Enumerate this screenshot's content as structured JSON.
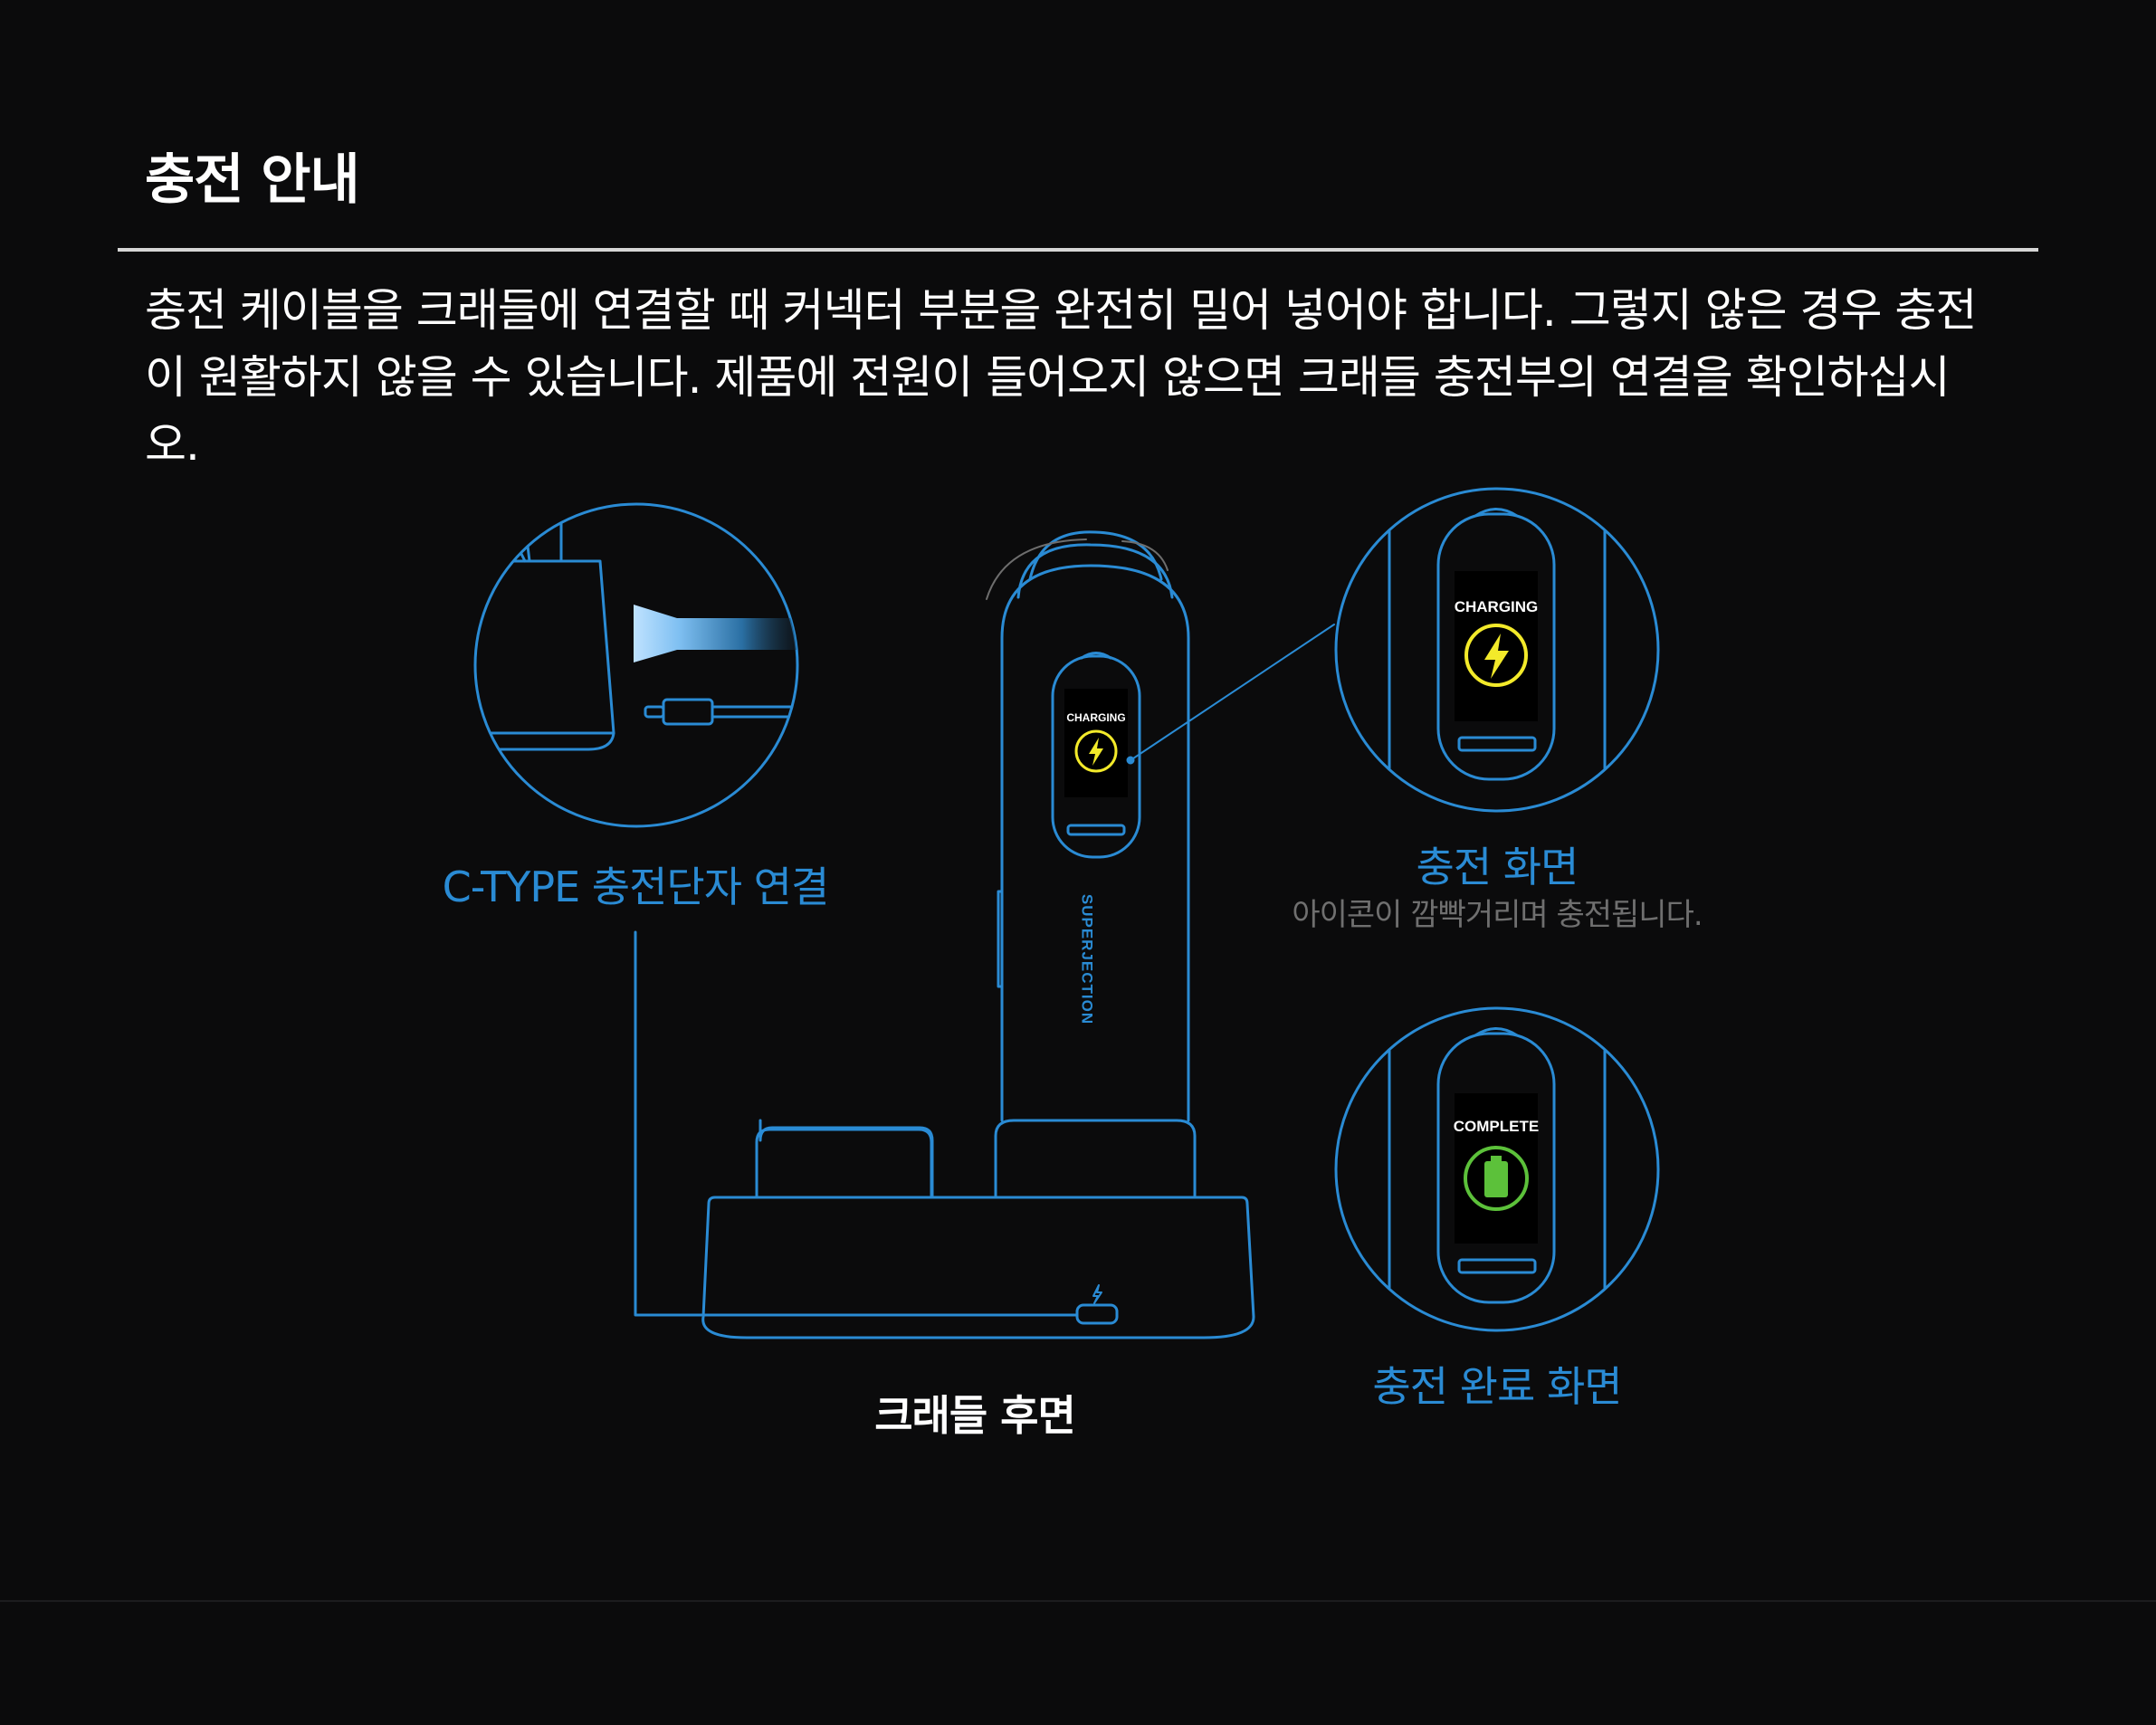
{
  "page": {
    "title": "충전 안내",
    "intro": "충전 케이블을 크래들에 연결할 때 커넥터 부분을 완전히 밀어 넣어야 합니다. 그렇지 않은 경우 충전이 원활하지 않을 수 있습니다. 제품에 전원이 들어오지 않으면 크래들 충전부의 연결을 확인하십시오."
  },
  "diagram": {
    "connector_label": "C-TYPE 충전단자 연결",
    "cradle_label": "크래들 후면",
    "charging_screen_label": "충전 화면",
    "charging_screen_note": "아이콘이 깜빡거리며 충전됩니다.",
    "complete_screen_label": "충전 완료 화면",
    "device_brand": "SUPERJECTION",
    "device_display_text": "CHARGING",
    "zoom_charging_text": "CHARGING",
    "zoom_complete_text": "COMPLETE"
  },
  "colors": {
    "background": "#0b0b0c",
    "line_blue": "#2a8bd4",
    "label_blue": "#2a8bd4",
    "charging_yellow": "#f3ea2a",
    "complete_green": "#5cc13a",
    "note_gray": "#6f6f6f"
  },
  "icons": {
    "connect_arrow": "arrow-left-icon",
    "charging": "lightning-icon",
    "complete": "battery-full-icon",
    "cradle_port": "lightning-icon"
  }
}
